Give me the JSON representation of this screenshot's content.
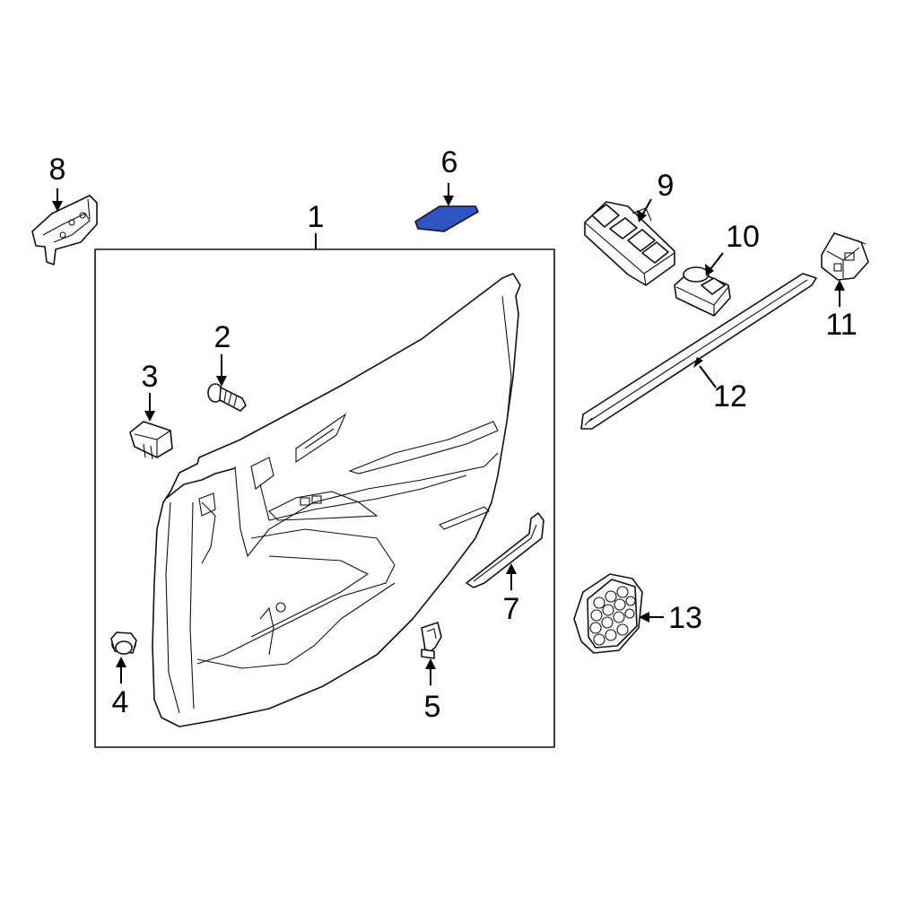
{
  "diagram": {
    "highlight_color": "#2f55c4",
    "line_color": "#111111",
    "callouts": [
      {
        "id": "c1",
        "label": "1",
        "part": "door-trim-panel"
      },
      {
        "id": "c2",
        "label": "2",
        "part": "screw"
      },
      {
        "id": "c3",
        "label": "3",
        "part": "retainer-clip"
      },
      {
        "id": "c4",
        "label": "4",
        "part": "push-clip"
      },
      {
        "id": "c5",
        "label": "5",
        "part": "bracket"
      },
      {
        "id": "c6",
        "label": "6",
        "part": "pad",
        "highlighted": true
      },
      {
        "id": "c7",
        "label": "7",
        "part": "armrest-trim"
      },
      {
        "id": "c8",
        "label": "8",
        "part": "mounting-bracket"
      },
      {
        "id": "c9",
        "label": "9",
        "part": "master-window-switch"
      },
      {
        "id": "c10",
        "label": "10",
        "part": "mirror-switch"
      },
      {
        "id": "c11",
        "label": "11",
        "part": "lock-switch"
      },
      {
        "id": "c12",
        "label": "12",
        "part": "belt-molding"
      },
      {
        "id": "c13",
        "label": "13",
        "part": "speaker-grille"
      }
    ]
  }
}
